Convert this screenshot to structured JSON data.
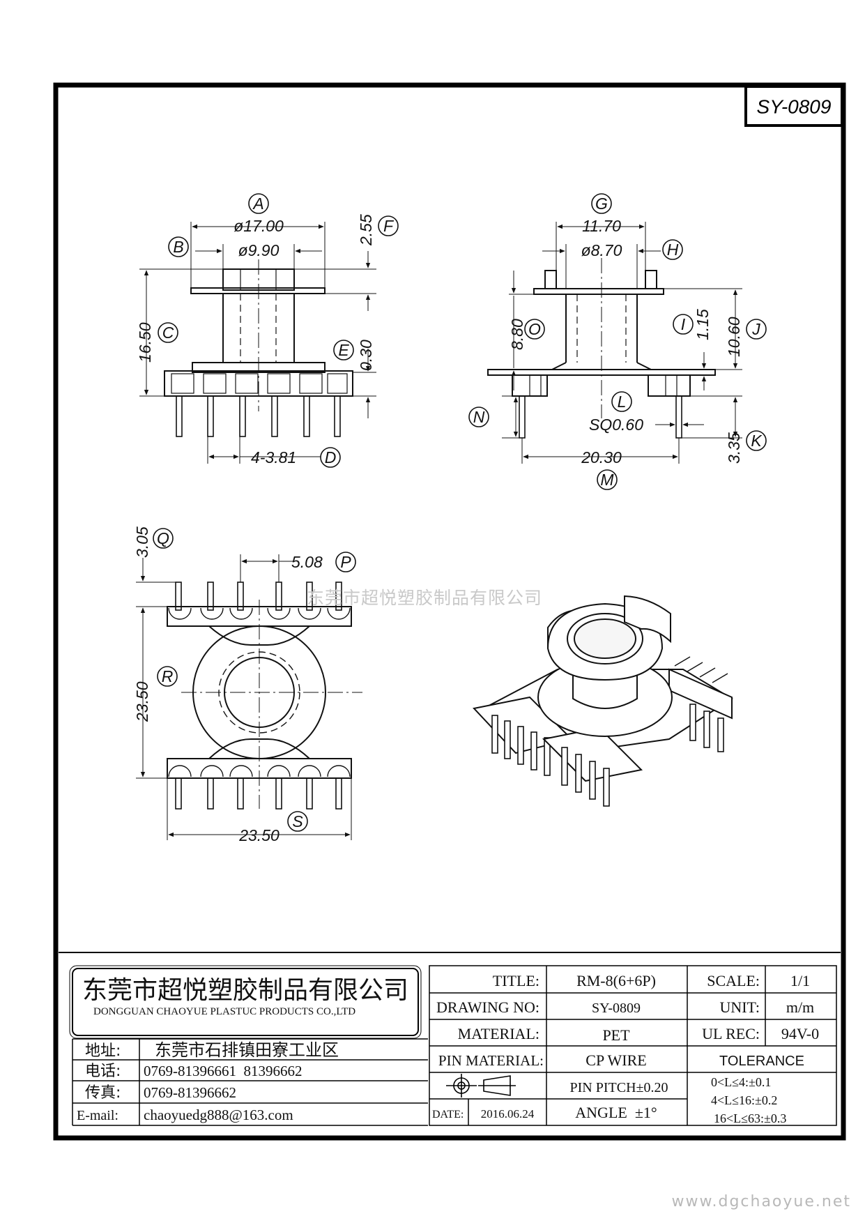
{
  "drawing_code": "SY-0809",
  "dimensions": {
    "A": "A",
    "B": "B",
    "C": "C",
    "D": "D",
    "E": "E",
    "F": "F",
    "G": "G",
    "H": "H",
    "I": "I",
    "J": "J",
    "K": "K",
    "L": "L",
    "M": "M",
    "N": "N",
    "O": "O",
    "P": "P",
    "Q": "Q",
    "R": "R",
    "S": "S",
    "phi_outer": "ø17.00",
    "phi_inner": "ø9.90",
    "top_flange": "2.55",
    "height_total": "16.50",
    "base_thk": "0.30",
    "pin_pitch_front": "4-3.81",
    "side_top": "11.70",
    "side_core": "ø8.70",
    "side_h1": "8.80",
    "side_h2": "1.15",
    "side_h3": "10.60",
    "side_pin": "3.35",
    "pin_size": "SQ0.60",
    "side_width": "20.30",
    "top_q": "3.05",
    "top_pitch": "5.08",
    "top_height": "23.50",
    "top_width": "23.50"
  },
  "watermark": {
    "company": "东莞市超悦塑胶制品有限公司",
    "url": "www.dgchaoyue.net"
  },
  "title_block": {
    "company_cn": "东莞市超悦塑胶制品有限公司",
    "company_en": "DONGGUAN CHAOYUE PLASTUC PRODUCTS CO.,LTD",
    "address_label": "地址:",
    "address": "东莞市石排镇田寮工业区",
    "tel_label": "电话:",
    "tel": "0769-81396661  81396662",
    "fax_label": "传真:",
    "fax": "0769-81396662",
    "email_label": "E-mail:",
    "email": "chaoyuedg888@163.com",
    "title_label": "TITLE:",
    "title": "RM-8(6+6P)",
    "drawing_no_label": "DRAWING NO:",
    "drawing_no": "SY-0809",
    "material_label": "MATERIAL:",
    "material": "PET",
    "pin_material_label": "PIN MATERIAL:",
    "pin_material": "CP WIRE",
    "pin_pitch": "PIN PITCH±0.20",
    "date_label": "DATE:",
    "date": "2016.06.24",
    "angle": "ANGLE  ±1°",
    "scale_label": "SCALE:",
    "scale": "1/1",
    "unit_label": "UNIT:",
    "unit": "m/m",
    "ul_label": "UL REC:",
    "ul": "94V-0",
    "tolerance_label": "TOLERANCE",
    "tol1": "0<L≤4:±0.1",
    "tol2": "4<L≤16:±0.2",
    "tol3": "16<L≤63:±0.3"
  }
}
